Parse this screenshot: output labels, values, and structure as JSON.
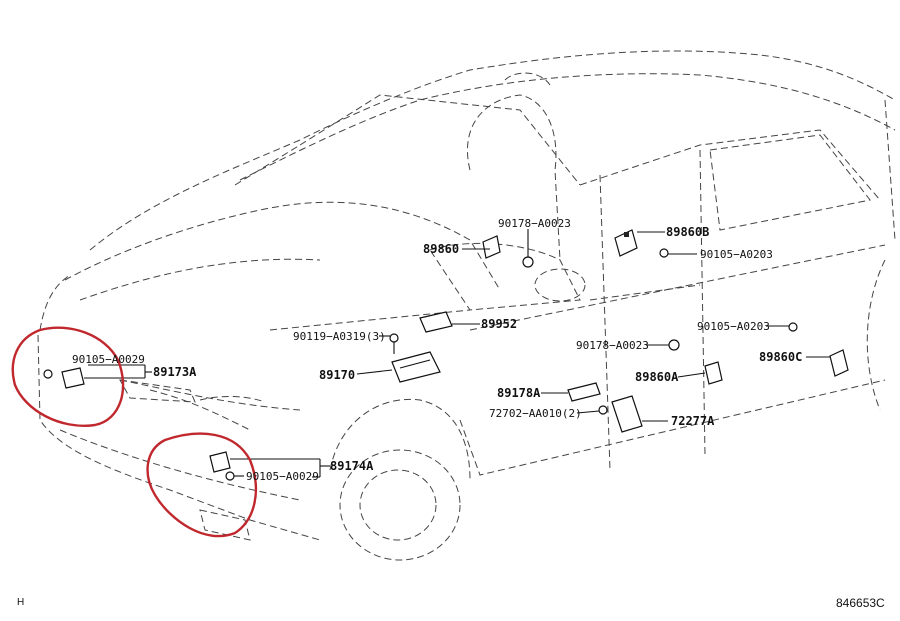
{
  "diagram": {
    "corner_mark": "H",
    "figure_id": "846653C",
    "parts": {
      "p89860": "89860",
      "p90178_top": "90178−A0023",
      "p89860B": "89860B",
      "p90105_A0203_top": "90105−A0203",
      "p89952": "89952",
      "p90119": "90119−A0319(3)",
      "p90105_A0203_mid": "90105−A0203",
      "p90178_mid": "90178−A0023",
      "p89860C": "89860C",
      "p90105_A0029_left": "90105−A0029",
      "p89173A": "89173A",
      "p89170": "89170",
      "p89860A": "89860A",
      "p89178A": "89178A",
      "p72702": "72702−AA010(2)",
      "p72277A": "72277A",
      "p90105_A0029_bottom": "90105−A0029",
      "p89174A": "89174A"
    },
    "highlight_color": "#c0282d"
  }
}
